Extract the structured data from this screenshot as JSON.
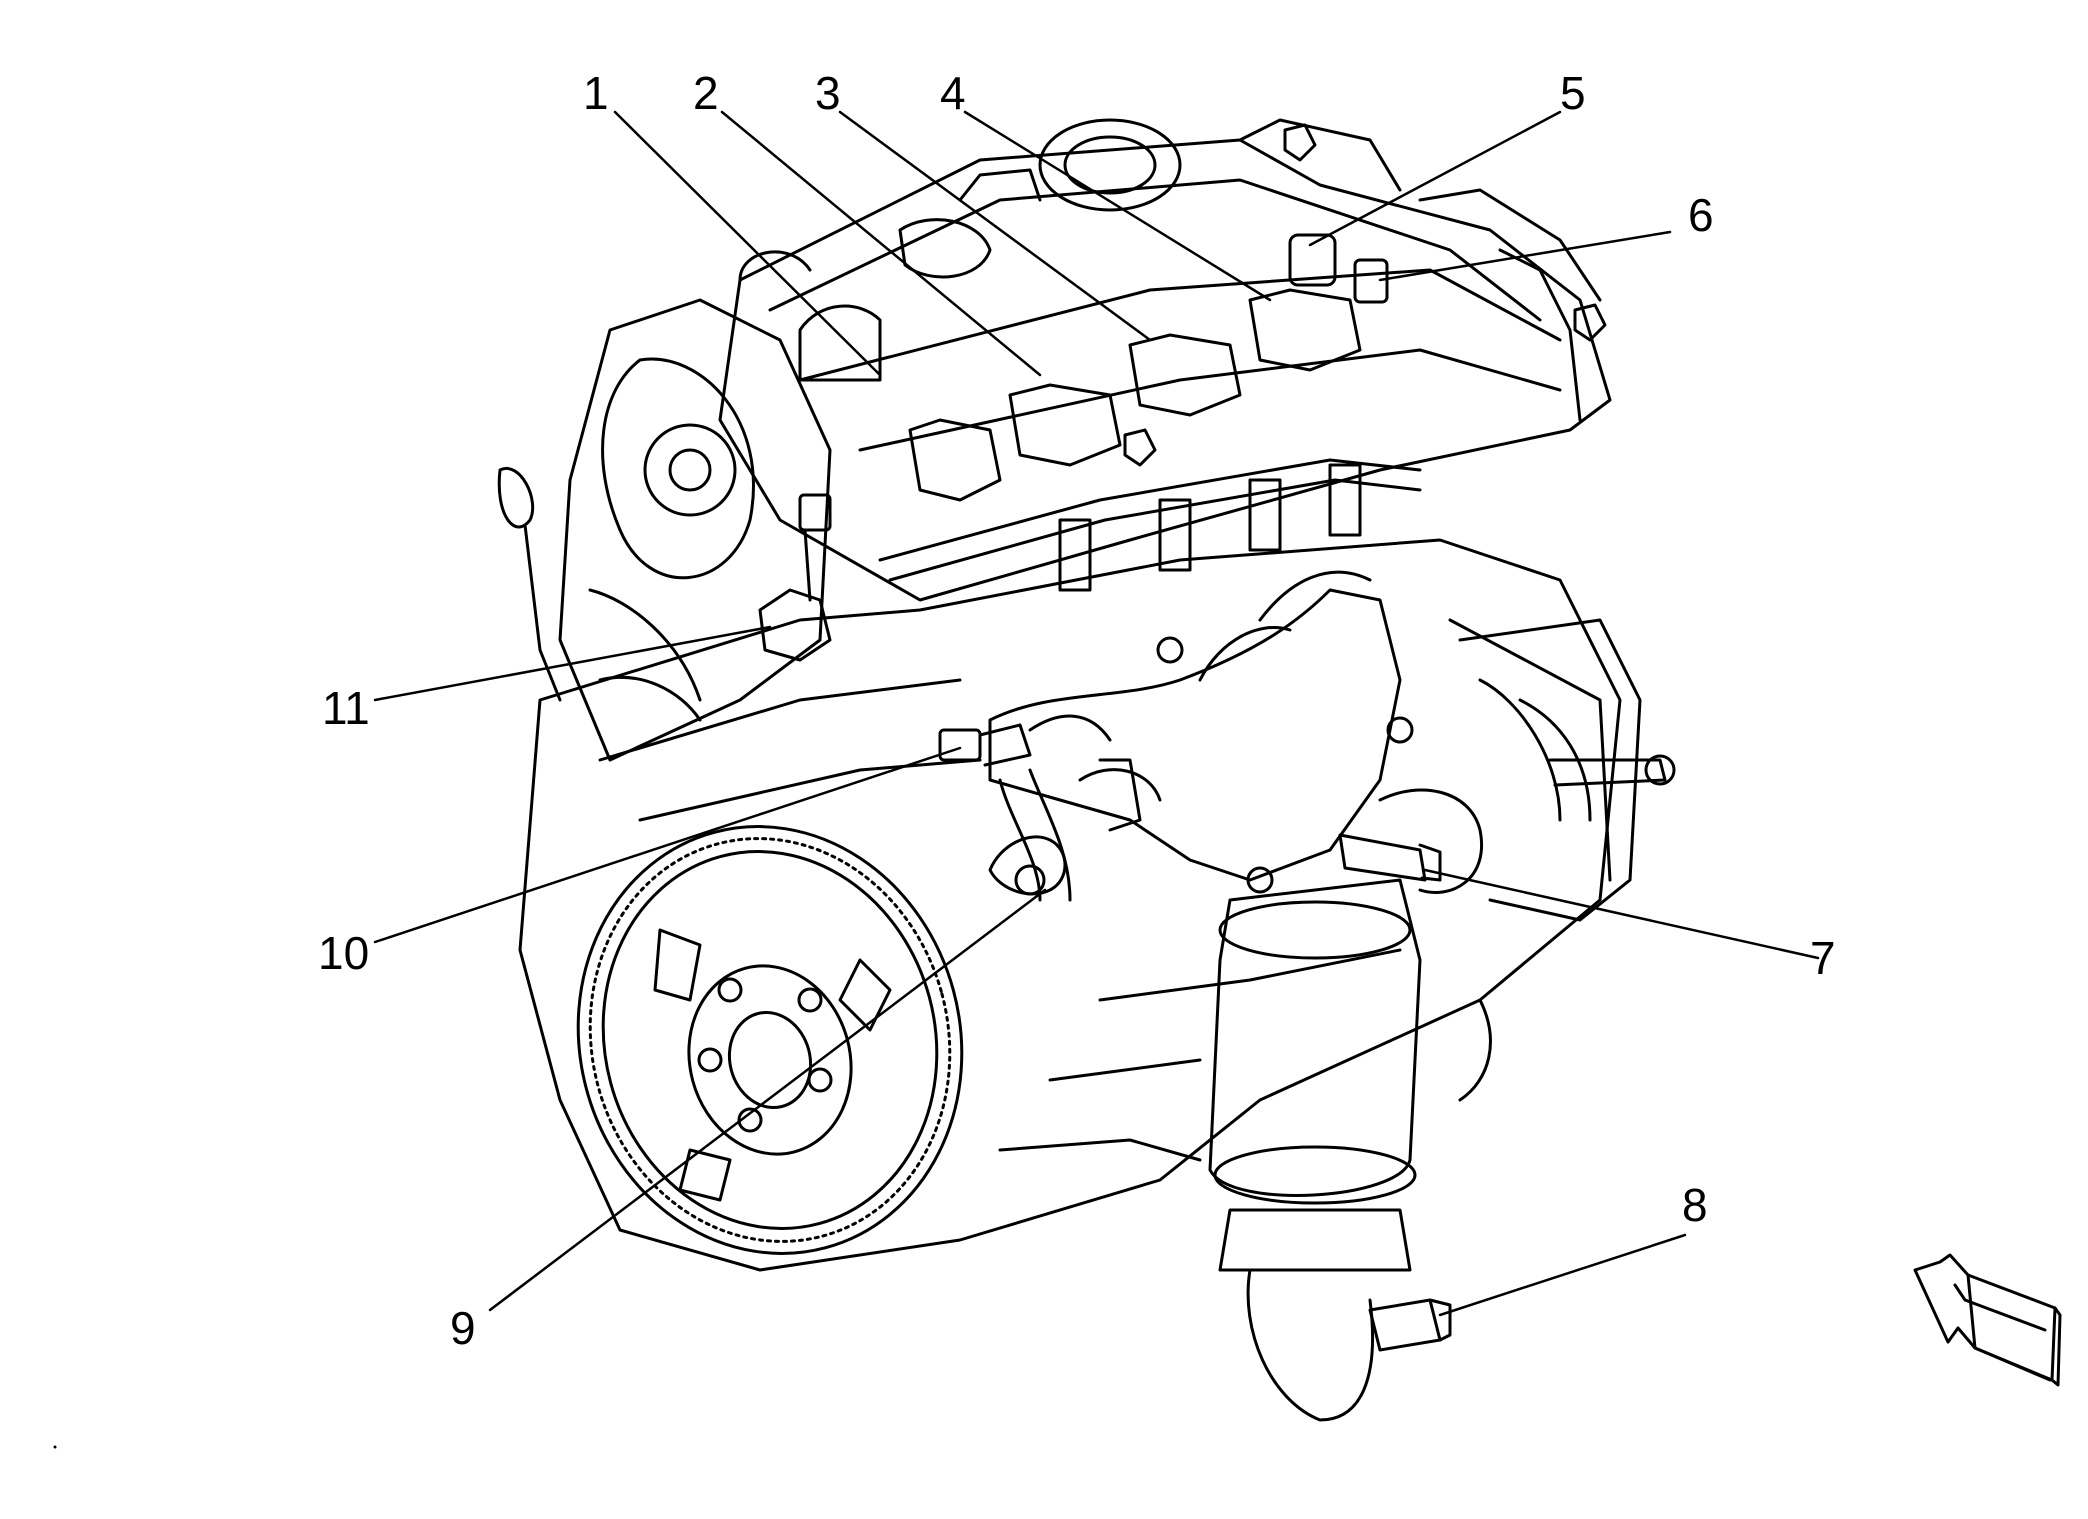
{
  "figure": {
    "type": "engine-component-location-diagram",
    "colors": {
      "ink": "#000000",
      "paper": "#ffffff"
    },
    "view_arrow_icon": "front-direction-arrow-icon"
  },
  "callouts": [
    {
      "id": "c1",
      "label": "1"
    },
    {
      "id": "c2",
      "label": "2"
    },
    {
      "id": "c3",
      "label": "3"
    },
    {
      "id": "c4",
      "label": "4"
    },
    {
      "id": "c5",
      "label": "5"
    },
    {
      "id": "c6",
      "label": "6"
    },
    {
      "id": "c7",
      "label": "7"
    },
    {
      "id": "c8",
      "label": "8"
    },
    {
      "id": "c9",
      "label": "9"
    },
    {
      "id": "c10",
      "label": "10"
    },
    {
      "id": "c11",
      "label": "11"
    }
  ]
}
